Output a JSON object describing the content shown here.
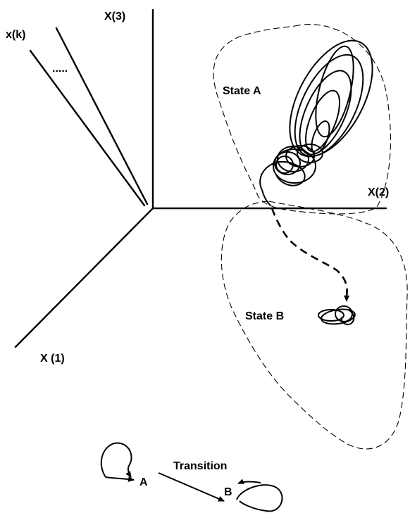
{
  "axes": {
    "x3": "X(3)",
    "xk": "x(k)",
    "ellipsis": ".....",
    "x2": "X(2)",
    "x1": "X (1)"
  },
  "states": {
    "a": "State A",
    "b": "State B"
  },
  "transition": {
    "label": "Transition",
    "from": "A",
    "to": "B"
  }
}
